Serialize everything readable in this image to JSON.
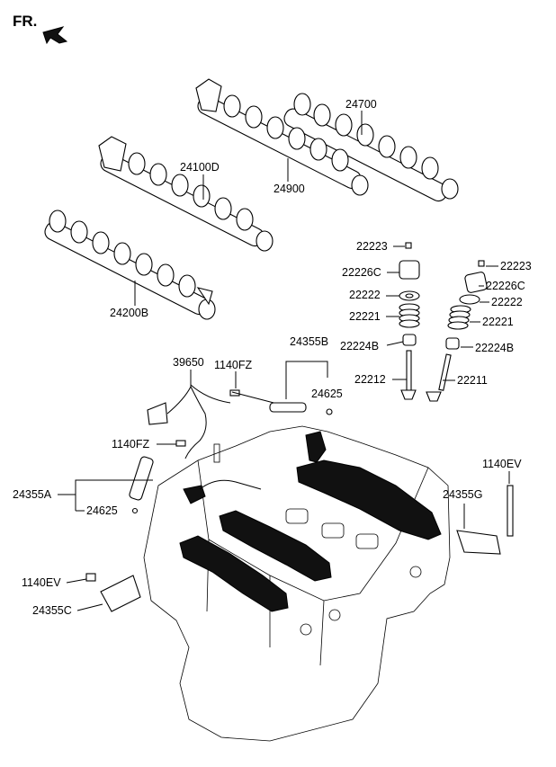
{
  "orientation": {
    "label": "FR."
  },
  "labels": [
    {
      "key": "cam_24700",
      "text": "24700"
    },
    {
      "key": "cam_24100d",
      "text": "24100D"
    },
    {
      "key": "cam_24900",
      "text": "24900"
    },
    {
      "key": "cam_24200b",
      "text": "24200B"
    },
    {
      "key": "r_22223",
      "text": "22223"
    },
    {
      "key": "r_22226c",
      "text": "22226C"
    },
    {
      "key": "r_22222",
      "text": "22222"
    },
    {
      "key": "r_22221",
      "text": "22221"
    },
    {
      "key": "r_22224b",
      "text": "22224B"
    },
    {
      "key": "r_22212",
      "text": "22212"
    },
    {
      "key": "r2_22223",
      "text": "22223"
    },
    {
      "key": "r2_22226c",
      "text": "22226C"
    },
    {
      "key": "r2_22222",
      "text": "22222"
    },
    {
      "key": "r2_22221",
      "text": "22221"
    },
    {
      "key": "r2_22224b",
      "text": "22224B"
    },
    {
      "key": "r2_22211",
      "text": "22211"
    },
    {
      "key": "s_39650",
      "text": "39650"
    },
    {
      "key": "s_1140fz_a",
      "text": "1140FZ"
    },
    {
      "key": "s_24355b",
      "text": "24355B"
    },
    {
      "key": "s_24625_a",
      "text": "24625"
    },
    {
      "key": "s_1140fz_b",
      "text": "1140FZ"
    },
    {
      "key": "s_24355a",
      "text": "24355A"
    },
    {
      "key": "s_24625_b",
      "text": "24625"
    },
    {
      "key": "s_1140ev_a",
      "text": "1140EV"
    },
    {
      "key": "s_24355g",
      "text": "24355G"
    },
    {
      "key": "s_1140ev_b",
      "text": "1140EV"
    },
    {
      "key": "s_24355c",
      "text": "24355C"
    }
  ]
}
